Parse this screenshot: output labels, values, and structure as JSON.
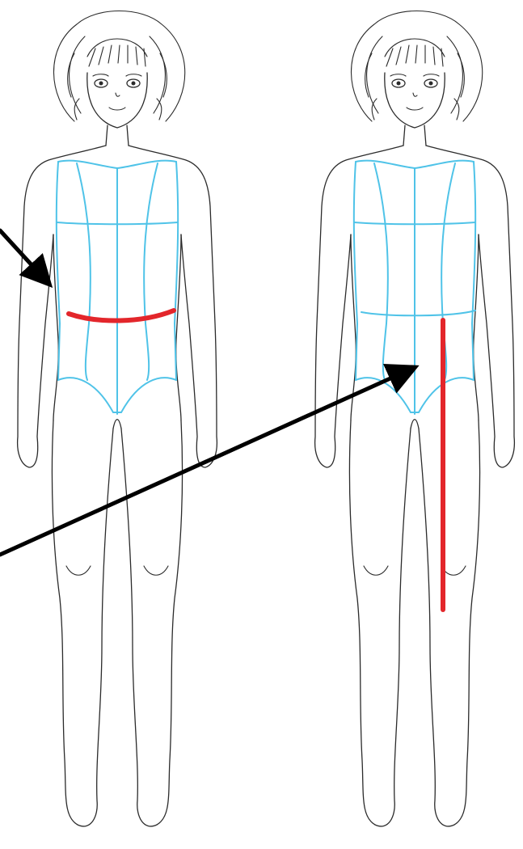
{
  "figures": [
    {
      "id": "waist",
      "measurement": "waist"
    },
    {
      "id": "inseam",
      "measurement": "inseam"
    }
  ],
  "colors": {
    "outline": "#2b2b2b",
    "guide": "#4fc3e8",
    "measure": "#e3262b",
    "arrow": "#000000",
    "background": "#ffffff"
  },
  "icons": {
    "arrow": "arrow-pointer-icon"
  }
}
